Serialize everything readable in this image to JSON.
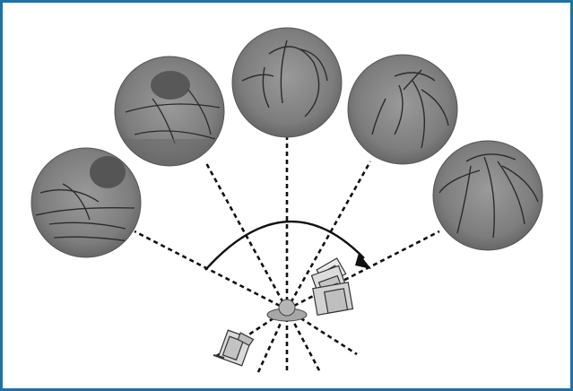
{
  "figure": {
    "description_free": true,
    "frame_color": "#1f6fa8",
    "angiogram_views": [
      {
        "id": "view-1",
        "icon": "angiogram-circle"
      },
      {
        "id": "view-2",
        "icon": "angiogram-circle"
      },
      {
        "id": "view-3",
        "icon": "angiogram-circle"
      },
      {
        "id": "view-4",
        "icon": "angiogram-circle"
      },
      {
        "id": "view-5",
        "icon": "angiogram-circle"
      }
    ],
    "rotation_arrow": {
      "icon": "curved-arrow",
      "direction": "clockwise"
    },
    "patient": {
      "icon": "patient-body-icon"
    },
    "detectors": [
      {
        "id": "c-arm-detector-left",
        "icon": "x-ray-detector-icon"
      },
      {
        "id": "c-arm-detector-right",
        "icon": "x-ray-detector-icon"
      }
    ]
  }
}
